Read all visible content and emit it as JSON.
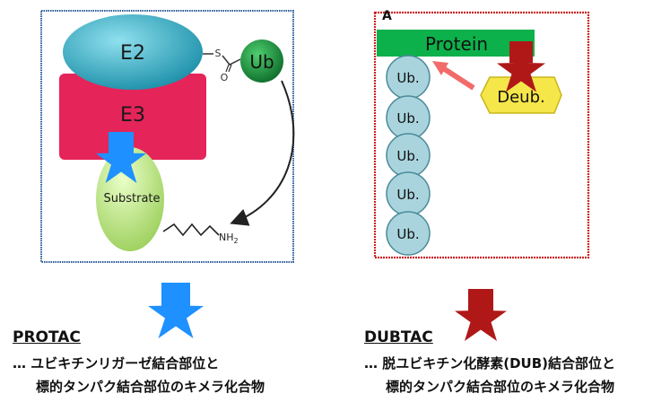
{
  "protac_diagram": {
    "e2_label": "E2",
    "e3_label": "E3",
    "substrate_label": "Substrate",
    "ub_label": "Ub",
    "sulfur_label": "S",
    "oxygen_label": "O",
    "amine_label": "NH",
    "amine_subscript": "2"
  },
  "dubtac_diagram": {
    "corner_label": "A",
    "protein_label": "Protein",
    "deub_label": "Deub.",
    "ub_chain": [
      "Ub.",
      "Ub.",
      "Ub.",
      "Ub.",
      "Ub."
    ]
  },
  "protac": {
    "title": "PROTAC",
    "line1": "… ユビキチンリガーゼ結合部位と",
    "line2": "標的タンパク結合部位のキメラ化合物"
  },
  "dubtac": {
    "title": "DUBTAC",
    "line1": "… 脱ユビキチン化酵素(DUB)結合部位と",
    "line2": "標的タンパク結合部位のキメラ化合物"
  },
  "colors": {
    "protac_marker": "#1e90ff",
    "dubtac_marker": "#b01818",
    "protac_frame": "#2a5a9a",
    "dubtac_frame": "#cc2222",
    "protein_bar": "#0db14b",
    "deub_shape": "#f5e64a",
    "ub_bead": "#a9d4dd",
    "e2": "#2aa9c0",
    "e3": "#e5245a",
    "substrate": "#b9e07a",
    "ub_small": "#1a8a3a"
  }
}
